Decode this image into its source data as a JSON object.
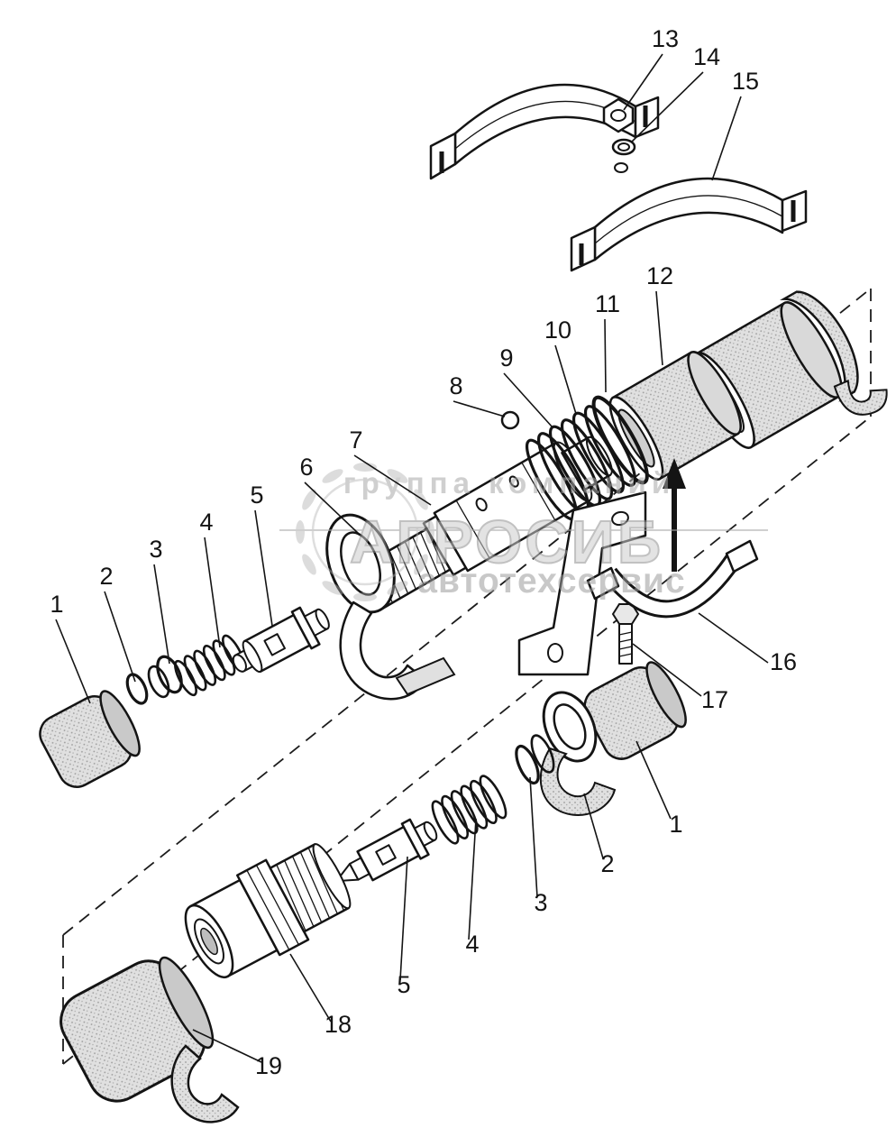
{
  "watermark": {
    "line1": "группа компаний",
    "line2": "АГРОСИБ",
    "line3": "автотехсервис"
  },
  "colors": {
    "line": "#141414",
    "part_gray": "#dcdcdc",
    "watermark_gray": "#a8a8a8",
    "background": "#ffffff"
  },
  "callouts": [
    {
      "label": "13",
      "part": "nut"
    },
    {
      "label": "14",
      "part": "washer"
    },
    {
      "label": "15",
      "part": "clamp-half-outer"
    },
    {
      "label": "12",
      "part": "sleeve"
    },
    {
      "label": "11",
      "part": "spring-ring"
    },
    {
      "label": "10",
      "part": "spring-large"
    },
    {
      "label": "9",
      "part": "washer-ring"
    },
    {
      "label": "8",
      "part": "ball"
    },
    {
      "label": "7",
      "part": "valve-body"
    },
    {
      "label": "6",
      "part": "seal-ring"
    },
    {
      "label": "5",
      "part": "valve-plug"
    },
    {
      "label": "4",
      "part": "spring"
    },
    {
      "label": "3",
      "part": "ring"
    },
    {
      "label": "2",
      "part": "washer-small"
    },
    {
      "label": "1",
      "part": "protective-cap"
    },
    {
      "label": "16",
      "part": "clamp-half-lower"
    },
    {
      "label": "17",
      "part": "bolt"
    },
    {
      "label": "1",
      "part": "protective-cap-lower"
    },
    {
      "label": "2",
      "part": "ring-lower"
    },
    {
      "label": "3",
      "part": "ring-lower-2"
    },
    {
      "label": "4",
      "part": "spring-lower"
    },
    {
      "label": "5",
      "part": "valve-plug-lower"
    },
    {
      "label": "18",
      "part": "union-fitting"
    },
    {
      "label": "19",
      "part": "cap-large"
    }
  ]
}
